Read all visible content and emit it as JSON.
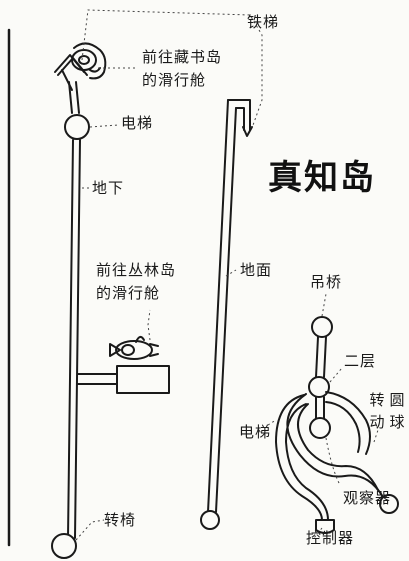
{
  "title": "真知岛",
  "labels": {
    "iron_ladder": "铁梯",
    "glider_to_library_line1": "前往藏书岛",
    "glider_to_library_line2": "的滑行舱",
    "elevator_left": "电梯",
    "underground": "地下",
    "glider_to_jungle_line1": "前往丛林岛",
    "glider_to_jungle_line2": "的滑行舱",
    "swivel_chair": "转椅",
    "ground": "地面",
    "suspension_bridge": "吊桥",
    "second_floor": "二层",
    "rotating_sphere_col1": "转动",
    "rotating_sphere_col2": "圆球",
    "elevator_right": "电梯",
    "observation_device": "观察器",
    "controller": "控制器"
  },
  "colors": {
    "ink": "#1a1a1a",
    "paper": "#fbfbf8"
  }
}
